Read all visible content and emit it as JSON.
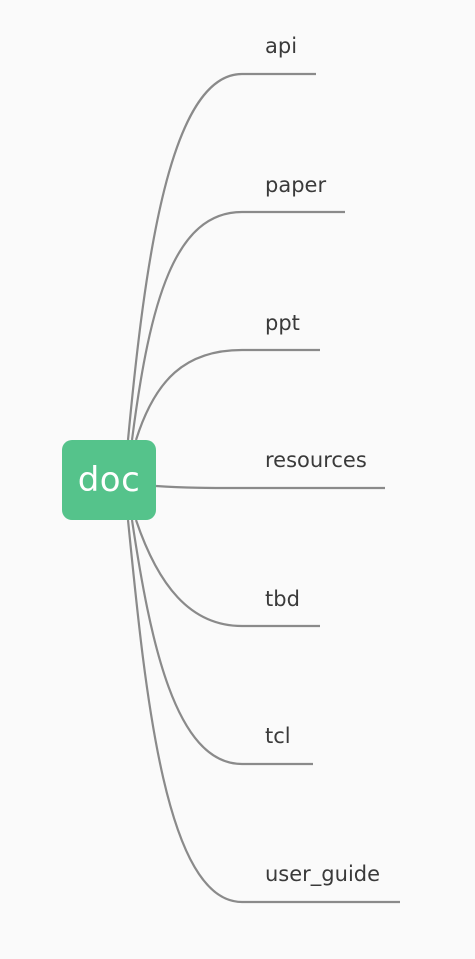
{
  "diagram": {
    "type": "mind-map",
    "root": {
      "label": "doc"
    },
    "children": [
      {
        "label": "api"
      },
      {
        "label": "paper"
      },
      {
        "label": "ppt"
      },
      {
        "label": "resources"
      },
      {
        "label": "tbd"
      },
      {
        "label": "tcl"
      },
      {
        "label": "user_guide"
      }
    ]
  },
  "colors": {
    "root_fill": "#55c38b",
    "root_text": "#ffffff",
    "edge": "#8a8a8a",
    "label": "#3a3a3a",
    "background": "#fafafa"
  }
}
